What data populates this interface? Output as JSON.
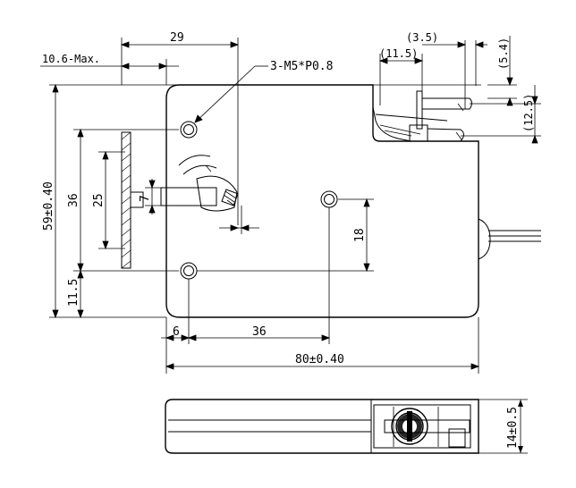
{
  "drawing": {
    "callout": "3-M5*P0.8",
    "dimensions": {
      "top_width": "29",
      "max_thickness": "10.6-Max.",
      "overall_height": "59±0.40",
      "inner_36_vertical": "36",
      "inner_25": "25",
      "inner_7": "7",
      "hole_18": "18",
      "bottom_11_5": "11.5",
      "left_6": "6",
      "hole_spacing_36": "36",
      "overall_width": "80±0.40",
      "depth": "14±0.5",
      "right_3_5": "(3.5)",
      "right_11_5": "(11.5)",
      "right_5_4": "(5.4)",
      "right_12_5": "(12.5)"
    }
  }
}
